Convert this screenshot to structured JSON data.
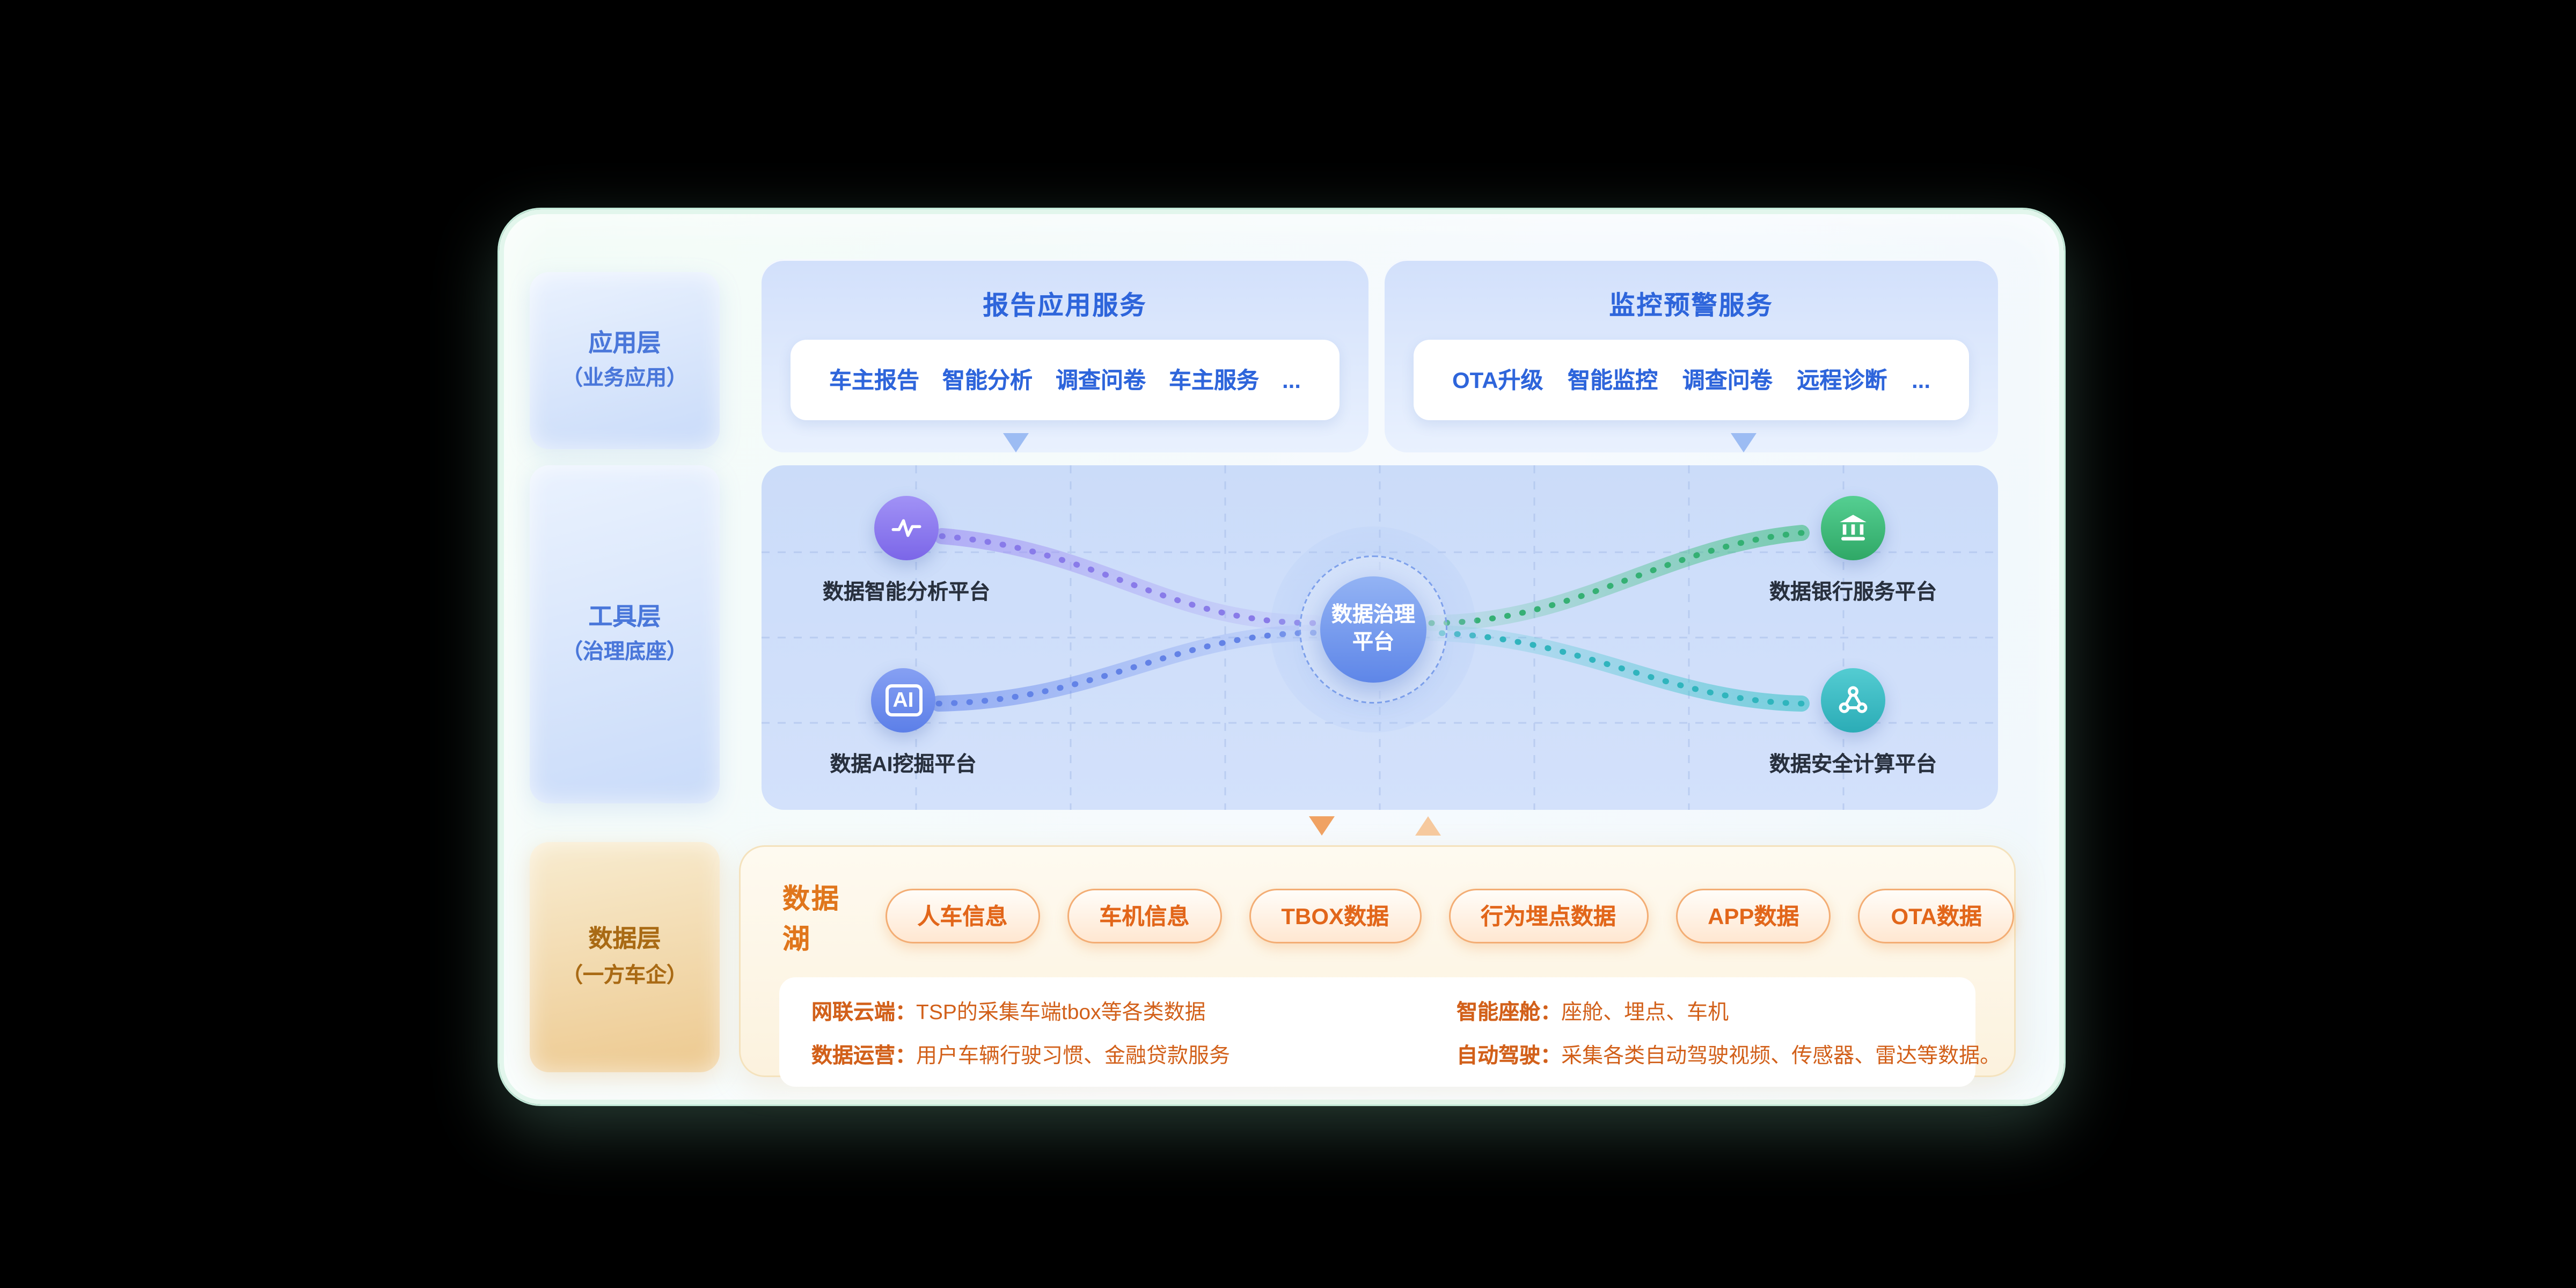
{
  "colors": {
    "accent_blue": "#2E65DB",
    "accent_orange": "#E2661A",
    "node_purple": "#8F7FF0",
    "node_blue": "#6D8DEE",
    "node_green": "#3DBE7E",
    "node_teal": "#38C2C8",
    "arrow_blue": "#9CBCF3",
    "arrow_orange": "#F0A263"
  },
  "layers": [
    {
      "title": "应用层",
      "subtitle": "（业务应用）"
    },
    {
      "title": "工具层",
      "subtitle": "（治理底座）"
    },
    {
      "title": "数据层",
      "subtitle": "（一方车企）"
    }
  ],
  "services": [
    {
      "title": "报告应用服务",
      "items": [
        "车主报告",
        "智能分析",
        "调查问卷",
        "车主服务",
        "..."
      ]
    },
    {
      "title": "监控预警服务",
      "items": [
        "OTA升级",
        "智能监控",
        "调查问卷",
        "远程诊断",
        "..."
      ]
    }
  ],
  "platform_map": {
    "center_line1": "数据治理",
    "center_line2": "平台",
    "ai_glyph": "AI",
    "nodes": [
      {
        "label": "数据智能分析平台",
        "icon": "pulse-chart-icon",
        "color": "#8F7FF0"
      },
      {
        "label": "数据AI挖掘平台",
        "icon": "ai-icon",
        "color": "#6D8DEE"
      },
      {
        "label": "数据银行服务平台",
        "icon": "bank-icon",
        "color": "#3DBE7E"
      },
      {
        "label": "数据安全计算平台",
        "icon": "share-nodes-icon",
        "color": "#38C2C8"
      }
    ]
  },
  "data_lake": {
    "title": "数据湖",
    "tags": [
      "人车信息",
      "车机信息",
      "TBOX数据",
      "行为埋点数据",
      "APP数据",
      "OTA数据"
    ],
    "columns": [
      {
        "rows": [
          {
            "label": "网联云端：",
            "text": "TSP的采集车端tbox等各类数据"
          },
          {
            "label": "数据运营：",
            "text": "用户车辆行驶习惯、金融贷款服务"
          }
        ]
      },
      {
        "rows": [
          {
            "label": "智能座舱：",
            "text": "座舱、埋点、车机"
          },
          {
            "label": "自动驾驶：",
            "text": "采集各类自动驾驶视频、传感器、雷达等数据。"
          }
        ]
      }
    ]
  }
}
